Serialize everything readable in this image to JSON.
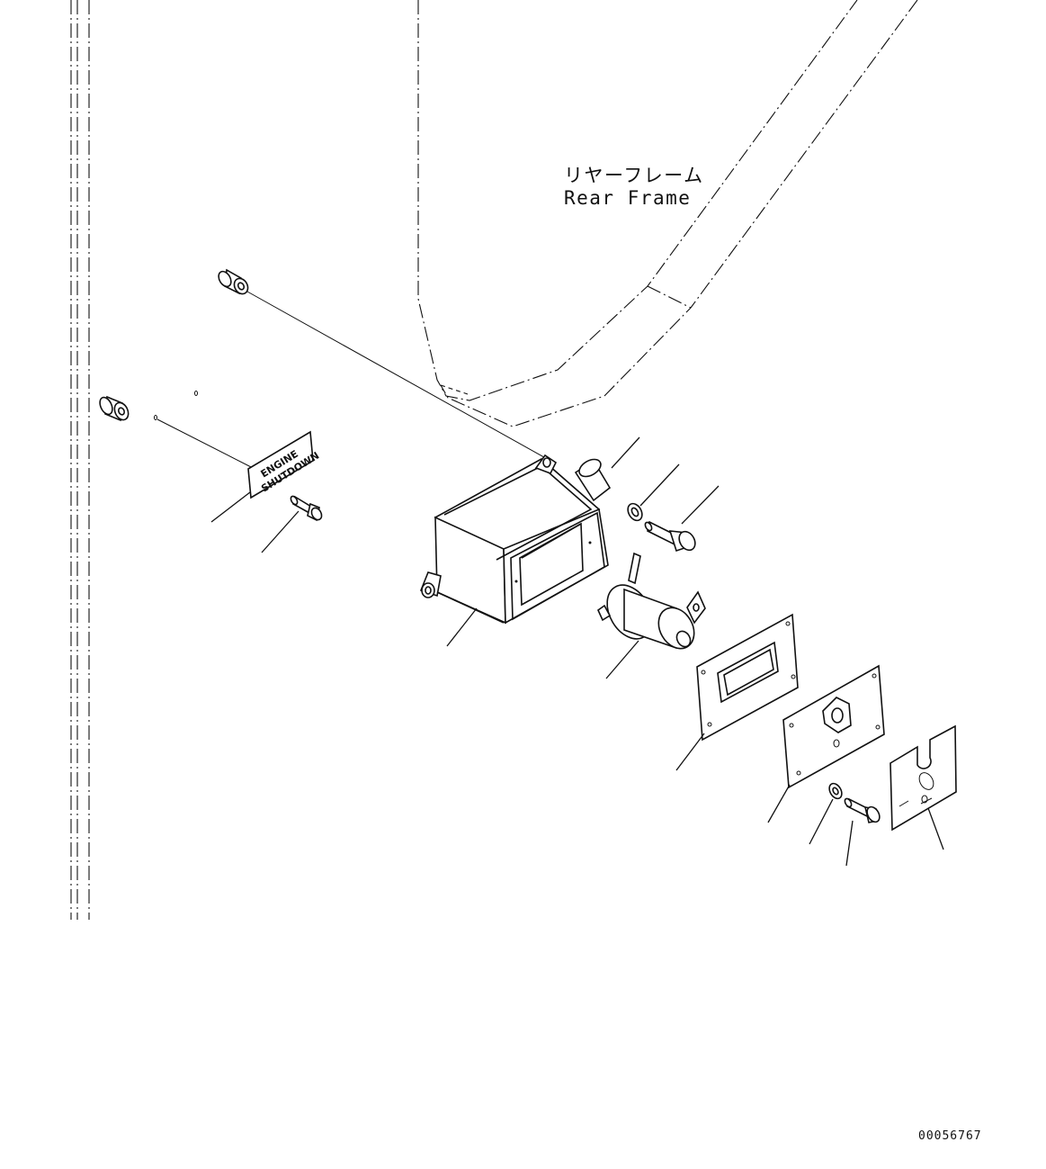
{
  "labels": {
    "rear_frame_jp": "リヤーフレーム",
    "rear_frame_en": "Rear Frame",
    "plate_line1": "ENGINE",
    "plate_line2": "SHUTDOWN"
  },
  "document_number": "00056767",
  "icons": [
    "spacer-collar",
    "nameplate",
    "bolt",
    "switch-box",
    "shutdown-switch",
    "gasket",
    "cover-plate",
    "washer",
    "caution-label"
  ],
  "colors": {
    "background": "#ffffff",
    "ink": "#111111"
  }
}
